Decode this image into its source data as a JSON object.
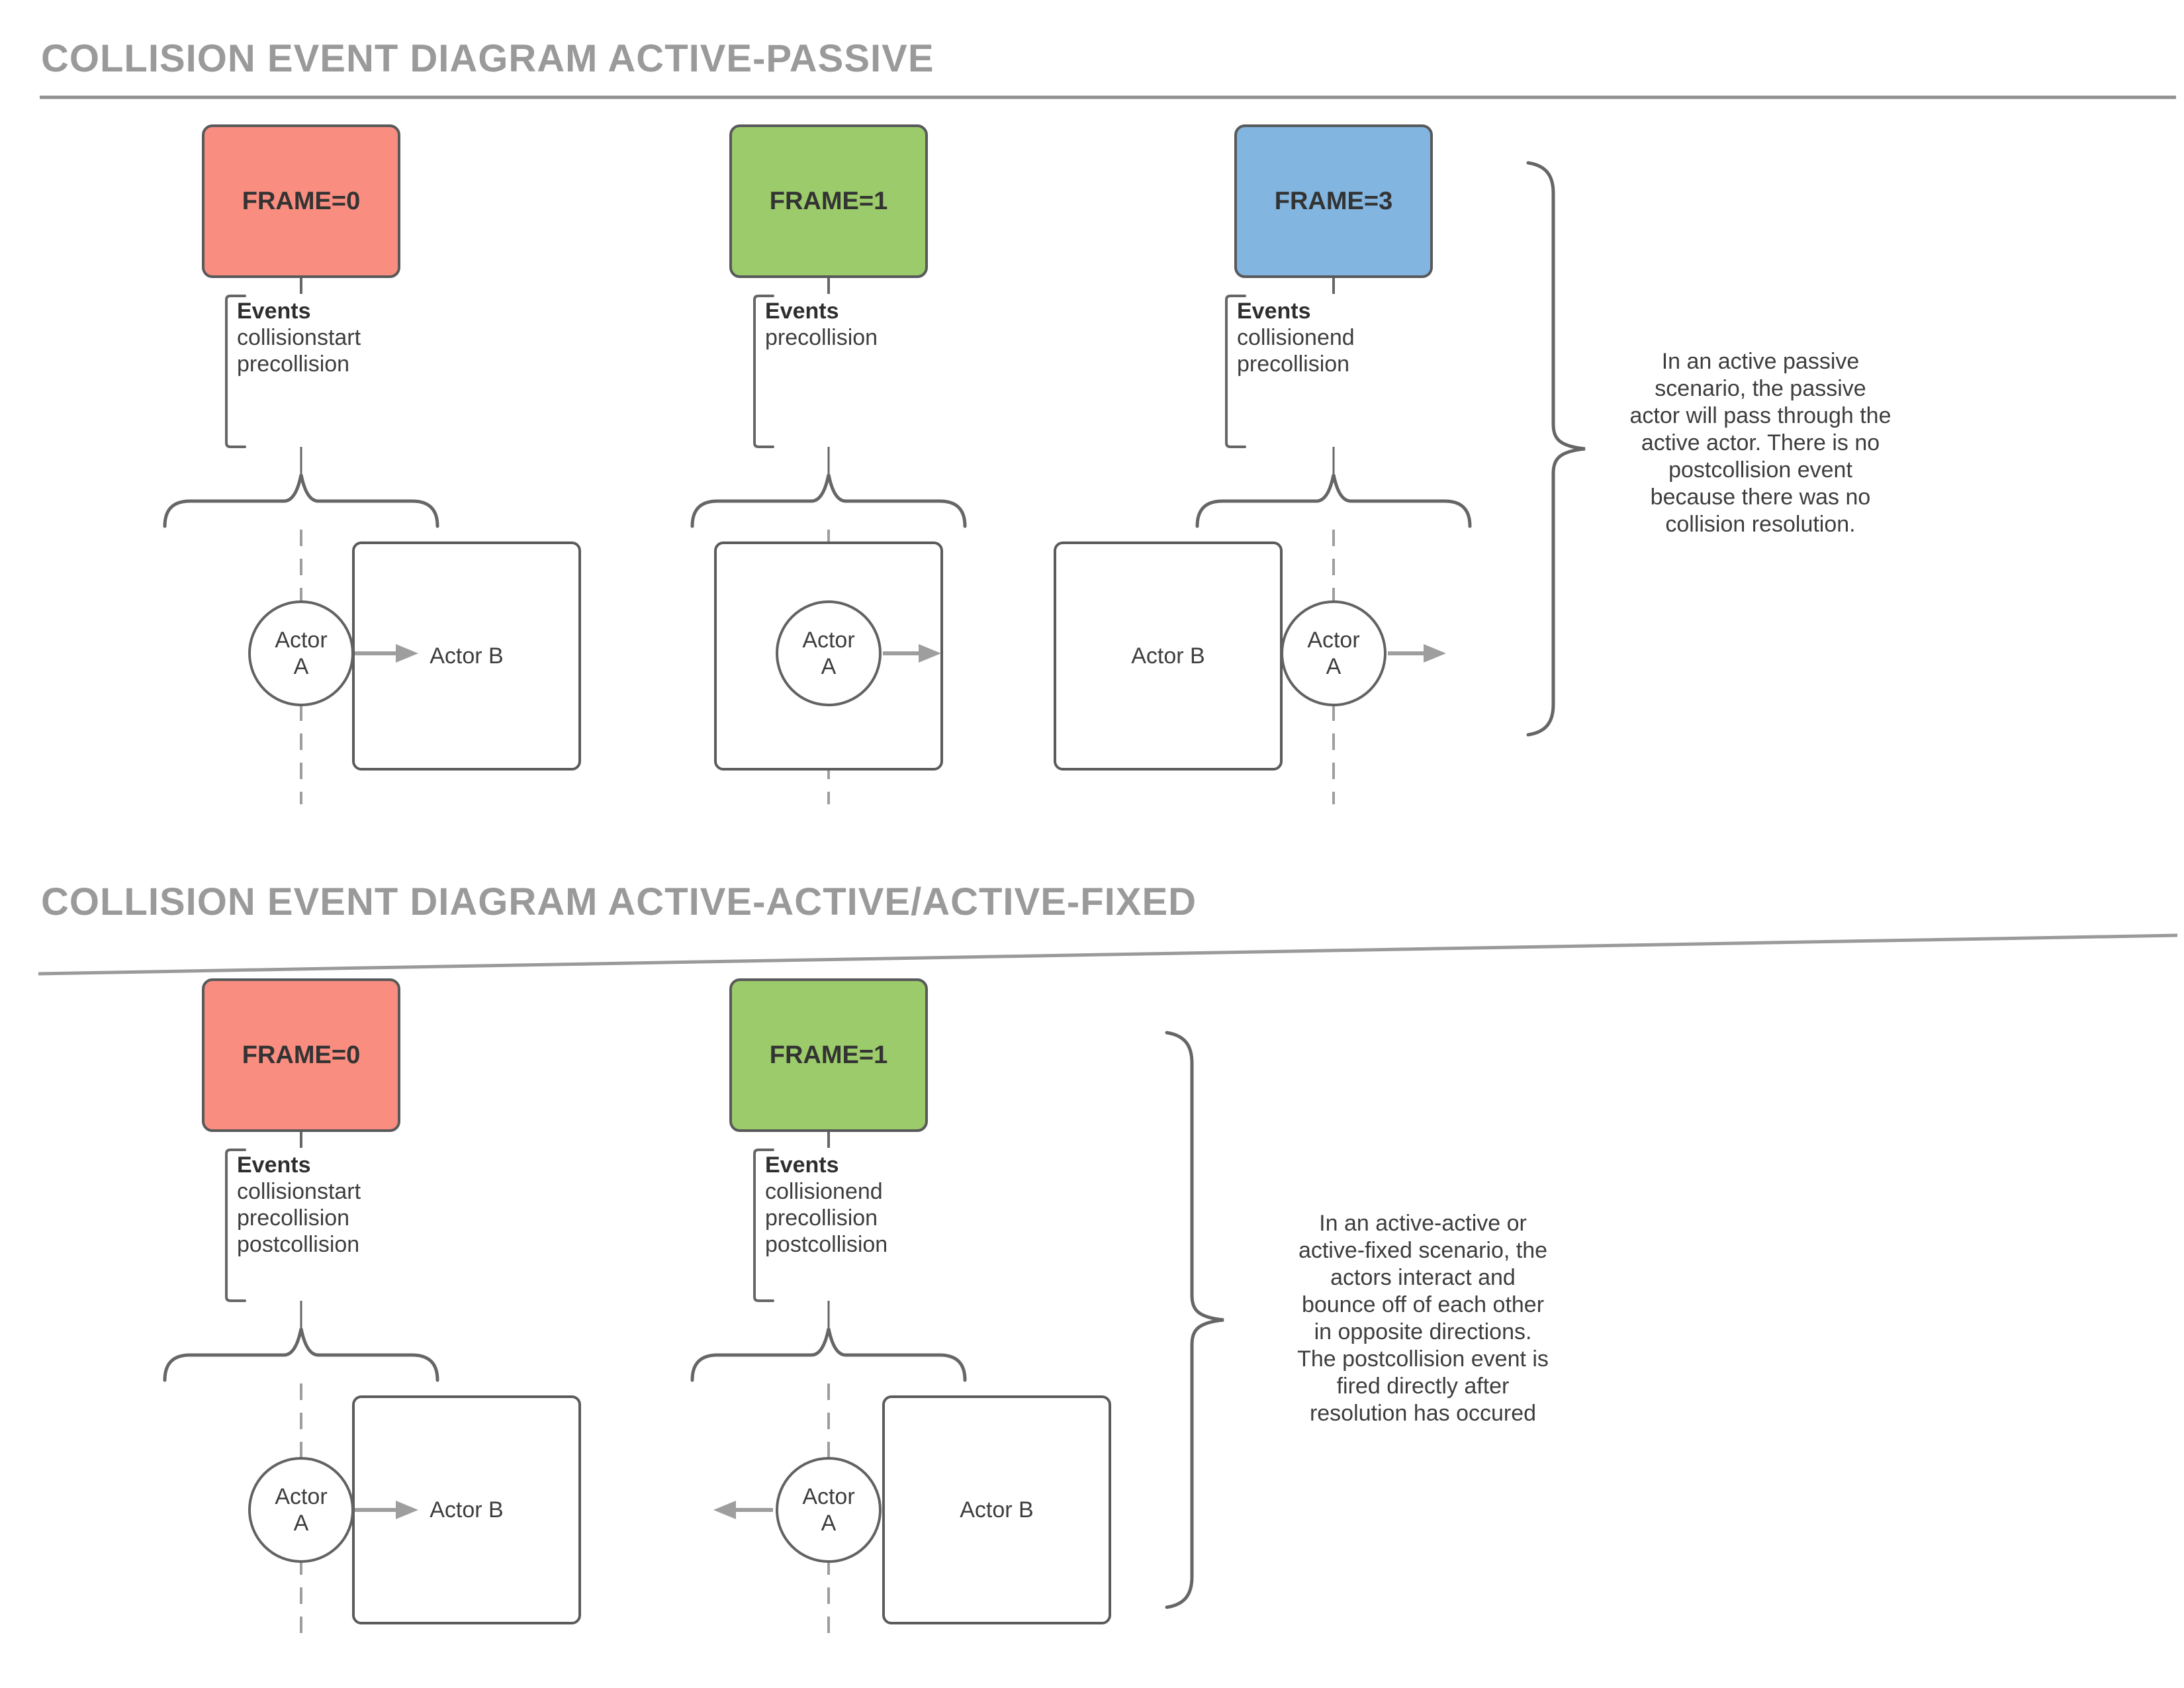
{
  "colors": {
    "frame_red": "#F98D80",
    "frame_green": "#9BCB6A",
    "frame_blue": "#82B5E0",
    "box_border": "#58595A",
    "shape_stroke": "#666666",
    "light_gray": "#9E9E9E",
    "title_gray": "#9A9A9A",
    "text_dark": "#3D3D3D"
  },
  "section1": {
    "title": "COLLISION EVENT DIAGRAM ACTIVE-PASSIVE",
    "panels": [
      {
        "frame_label": "FRAME=0",
        "events_title": "Events",
        "event_items": [
          "collisionstart",
          "precollision"
        ],
        "actor_a": "Actor A",
        "actor_b": "Actor B"
      },
      {
        "frame_label": "FRAME=1",
        "events_title": "Events",
        "event_items": [
          "precollision"
        ],
        "actor_a": "Actor A"
      },
      {
        "frame_label": "FRAME=3",
        "events_title": "Events",
        "event_items": [
          "collisionend",
          "precollision"
        ],
        "actor_a": "Actor A",
        "actor_b": "Actor B"
      }
    ],
    "annotation": "In an active passive\nscenario, the passive\nactor will pass through the\nactive actor. There is no\npostcollision event\nbecause there was no\ncollision resolution."
  },
  "section2": {
    "title": "COLLISION EVENT DIAGRAM ACTIVE-ACTIVE/ACTIVE-FIXED",
    "panels": [
      {
        "frame_label": "FRAME=0",
        "events_title": "Events",
        "event_items": [
          "collisionstart",
          "precollision",
          "postcollision"
        ],
        "actor_a": "Actor A",
        "actor_b": "Actor B"
      },
      {
        "frame_label": "FRAME=1",
        "events_title": "Events",
        "event_items": [
          "collisionend",
          "precollision",
          "postcollision"
        ],
        "actor_a": "Actor A",
        "actor_b": "Actor B"
      }
    ],
    "annotation": "In an active-active or\nactive-fixed scenario, the\nactors interact and\nbounce off of each other\nin opposite directions.\nThe postcollision event is\nfired directly after\nresolution has occured"
  }
}
